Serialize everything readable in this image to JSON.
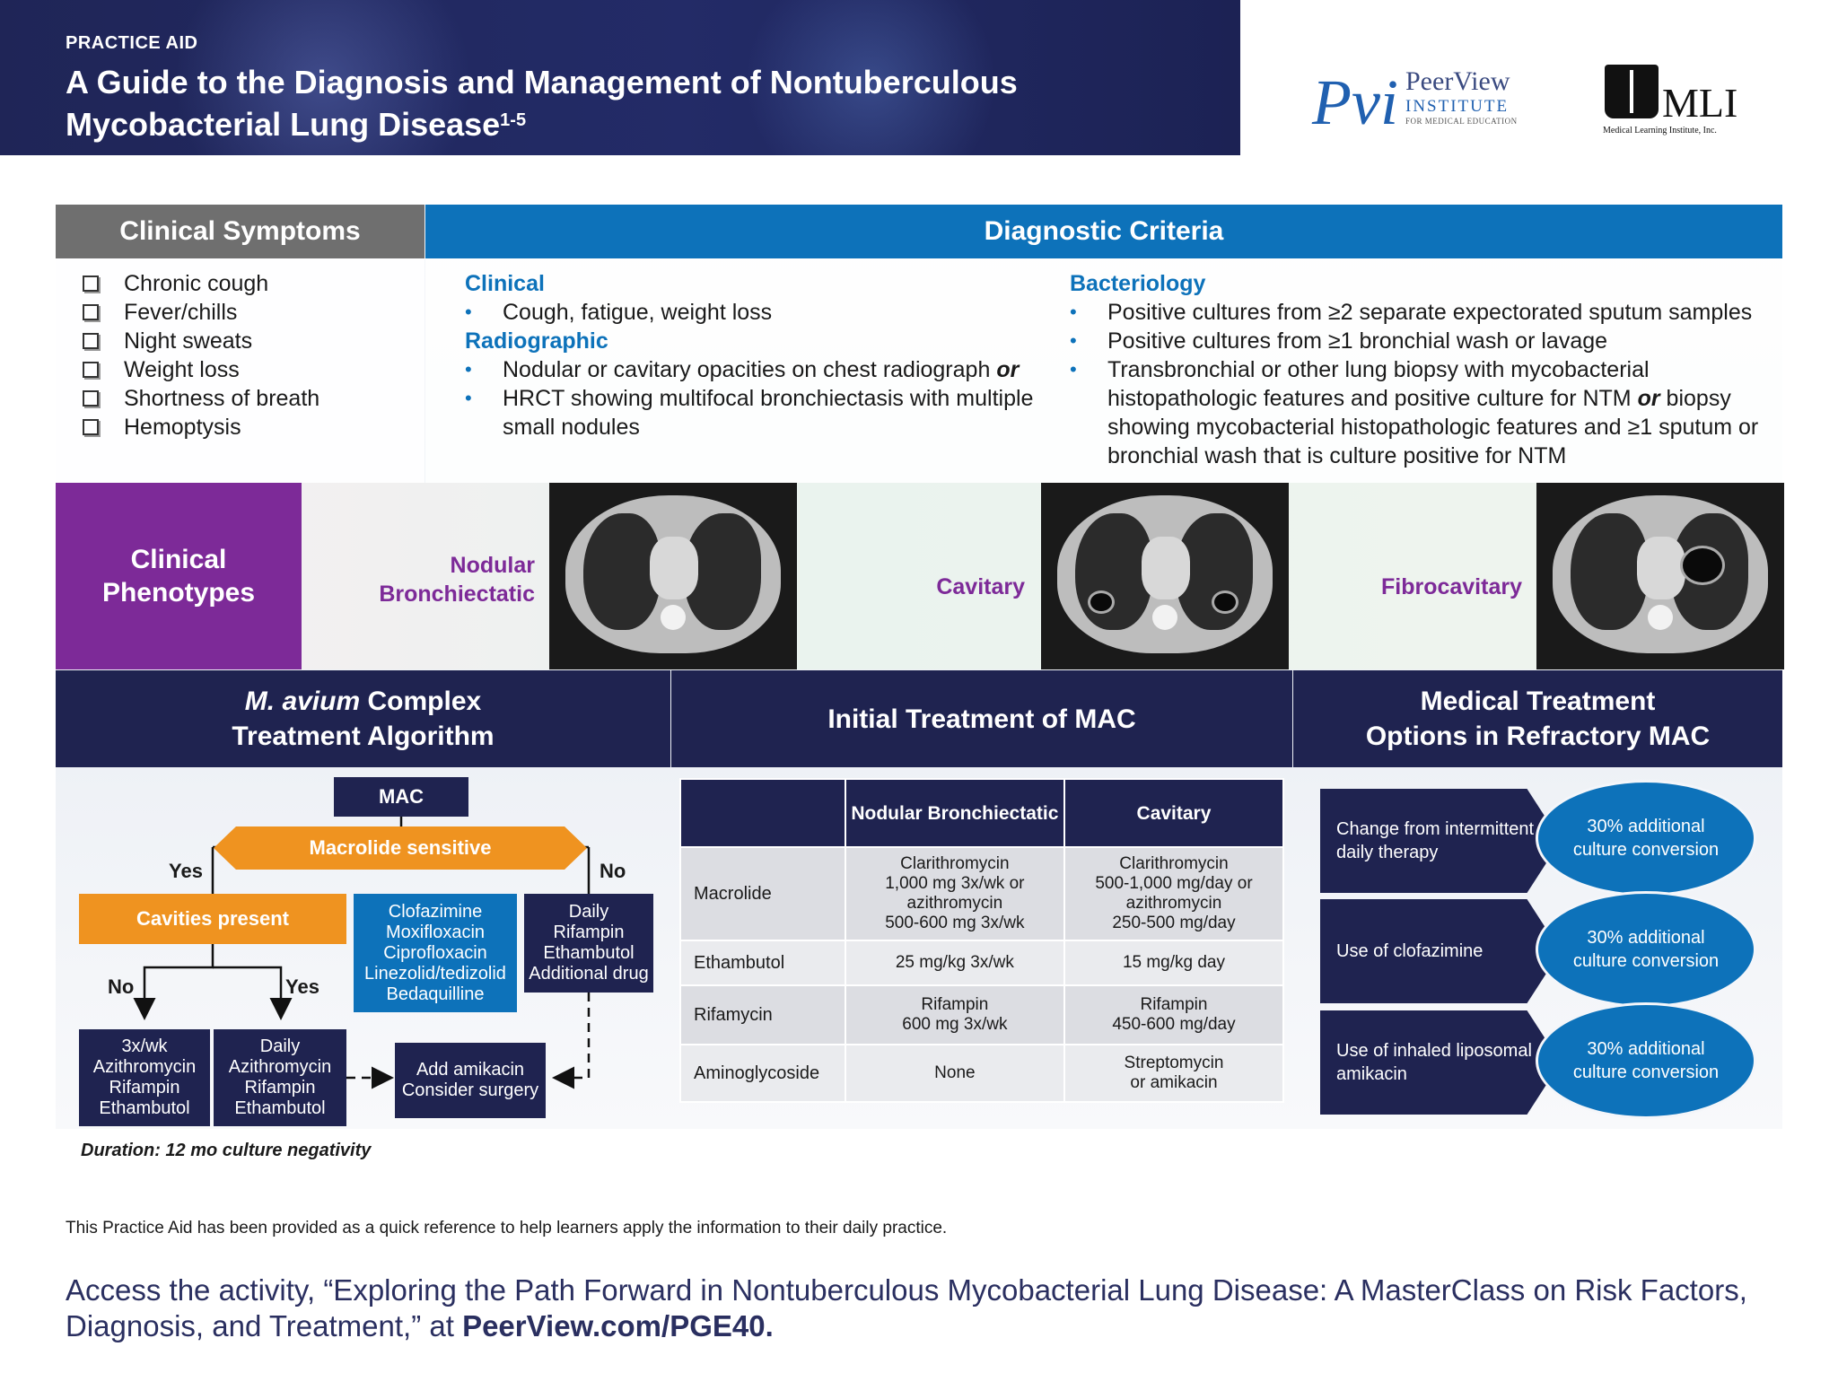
{
  "header": {
    "label": "PRACTICE AID",
    "title_line1": "A Guide to the Diagnosis and Management of Nontuberculous",
    "title_line2": "Mycobacterial Lung Disease",
    "title_sup": "1-5"
  },
  "logos": {
    "pvi_mark": "Pvi",
    "pvi_name": "PeerView",
    "pvi_institute": "INSTITUTE",
    "pvi_sub": "FOR MEDICAL EDUCATION",
    "mli_name": "MLI",
    "mli_sub": "Medical Learning Institute, Inc."
  },
  "symptoms": {
    "title": "Clinical Symptoms",
    "items": [
      "Chronic cough",
      "Fever/chills",
      "Night sweats",
      "Weight loss",
      "Shortness of breath",
      "Hemoptysis"
    ]
  },
  "diagnostic": {
    "title": "Diagnostic Criteria",
    "clinical_heading": "Clinical",
    "clinical_items": [
      "Cough, fatigue, weight loss"
    ],
    "radiographic_heading": "Radiographic",
    "radiographic_item1": "Nodular or cavitary opacities on chest radiograph",
    "radiographic_item1_or": "or",
    "radiographic_item2": "HRCT showing multifocal bronchiectasis with multiple small nodules",
    "bacteriology_heading": "Bacteriology",
    "bact_item1": "Positive cultures from ≥2 separate expectorated sputum samples",
    "bact_item2": "Positive cultures from ≥1 bronchial wash or lavage",
    "bact_item3_a": "Transbronchial or other lung biopsy with mycobacterial histopathologic features and positive culture for NTM",
    "bact_item3_or": "or",
    "bact_item3_b": "biopsy showing mycobacterial histopathologic features and ≥1 sputum or bronchial wash that is culture positive for NTM"
  },
  "phenotypes": {
    "title_line1": "Clinical",
    "title_line2": "Phenotypes",
    "nodular_line1": "Nodular",
    "nodular_line2": "Bronchiectatic",
    "cavitary": "Cavitary",
    "fibrocavitary": "Fibrocavitary"
  },
  "algorithm": {
    "title_italic": "M. avium",
    "title_rest": "Complex",
    "title_line2": "Treatment Algorithm",
    "mac": "MAC",
    "macrolide_sensitive": "Macrolide sensitive",
    "yes": "Yes",
    "no": "No",
    "cavities_present": "Cavities present",
    "blue_options": [
      "Clofazimine",
      "Moxifloxacin",
      "Ciprofloxacin",
      "Linezolid/tedizolid",
      "Bedaquilline"
    ],
    "daily_rifampin": [
      "Daily",
      "Rifampin",
      "Ethambutol",
      "Additional drug"
    ],
    "box_3xwk": [
      "3x/wk",
      "Azithromycin",
      "Rifampin",
      "Ethambutol"
    ],
    "box_daily": [
      "Daily",
      "Azithromycin",
      "Rifampin",
      "Ethambutol"
    ],
    "add_amikacin": [
      "Add amikacin",
      "Consider surgery"
    ],
    "duration": "Duration: 12 mo culture negativity"
  },
  "initial_treatment": {
    "title": "Initial Treatment of MAC",
    "columns": [
      "",
      "Nodular Bronchiectatic",
      "Cavitary"
    ],
    "rows": [
      {
        "name": "Macrolide",
        "nodular": [
          "Clarithromycin",
          "1,000 mg 3x/wk or",
          "azithromycin",
          "500-600 mg 3x/wk"
        ],
        "cavitary": [
          "Clarithromycin",
          "500-1,000 mg/day or",
          "azithromycin",
          "250-500 mg/day"
        ]
      },
      {
        "name": "Ethambutol",
        "nodular": [
          "25 mg/kg 3x/wk"
        ],
        "cavitary": [
          "15 mg/kg day"
        ]
      },
      {
        "name": "Rifamycin",
        "nodular": [
          "Rifampin",
          "600 mg 3x/wk"
        ],
        "cavitary": [
          "Rifampin",
          "450-600 mg/day"
        ]
      },
      {
        "name": "Aminoglycoside",
        "nodular": [
          "None"
        ],
        "cavitary": [
          "Streptomycin",
          "or amikacin"
        ]
      }
    ]
  },
  "refractory": {
    "title_line1": "Medical Treatment",
    "title_line2": "Options in Refractory MAC",
    "items": [
      {
        "option": "Change from intermittent to daily therapy",
        "result": "30% additional culture conversion"
      },
      {
        "option": "Use of clofazimine",
        "result": "30% additional culture conversion"
      },
      {
        "option": "Use of inhaled liposomal amikacin",
        "result": "30% additional culture conversion"
      }
    ]
  },
  "footer": {
    "disclaimer": "This Practice Aid has been provided as a quick reference to help learners apply the information to their daily practice.",
    "access_text": "Access the activity, “Exploring the Path Forward in Nontuberculous Mycobacterial Lung Disease: A MasterClass on Risk Factors, Diagnosis, and Treatment,” at",
    "access_link": "PeerView.com/PGE40."
  },
  "colors": {
    "navy": "#1f2350",
    "blue": "#0d72ba",
    "purple": "#7d2a98",
    "orange": "#ef9320",
    "gray": "#6f6f6f"
  }
}
